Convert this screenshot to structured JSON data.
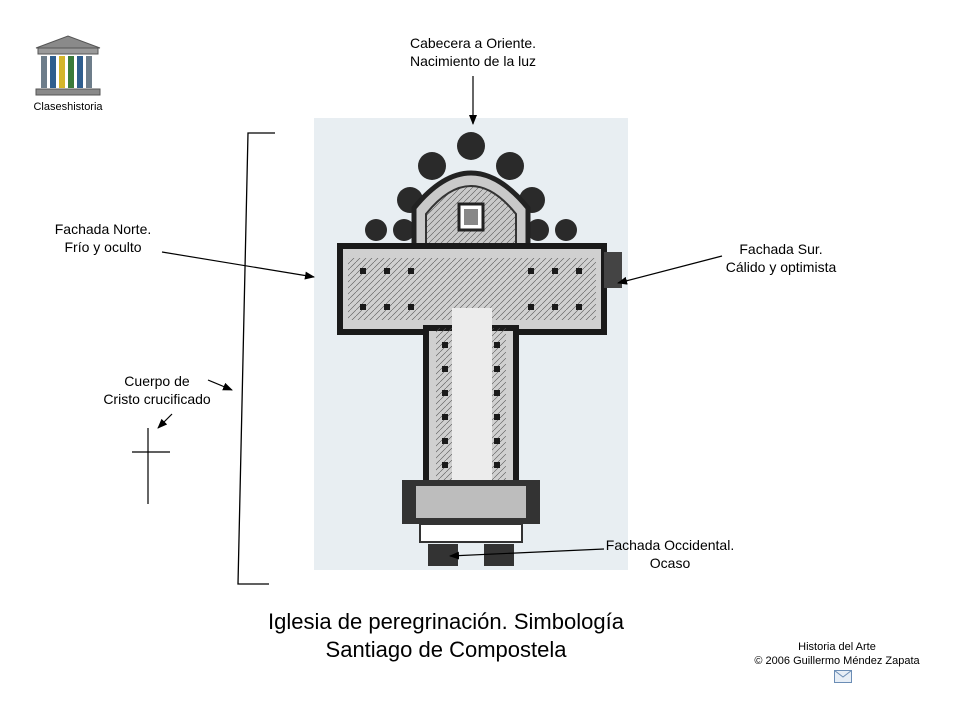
{
  "logo": {
    "caption": "Claseshistoria",
    "icon": "temple-icon"
  },
  "labels": {
    "east": [
      "Cabecera a Oriente.",
      "Nacimiento de la luz"
    ],
    "north": [
      "Fachada Norte.",
      "Frío y oculto"
    ],
    "south": [
      "Fachada Sur.",
      "Cálido y optimista"
    ],
    "body": [
      "Cuerpo de",
      "Cristo crucificado"
    ],
    "west": [
      "Fachada Occidental.",
      "Ocaso"
    ]
  },
  "title": {
    "line1": "Iglesia de peregrinación.  Simbología",
    "line2": "Santiago de Compostela"
  },
  "footer": {
    "line1": "Historia del Arte",
    "line2": "© 2006 Guillermo Méndez Zapata",
    "mail_icon": "envelope-icon"
  },
  "colors": {
    "plan_bg": "#e8eef2",
    "ink": "#1a1a1a"
  }
}
